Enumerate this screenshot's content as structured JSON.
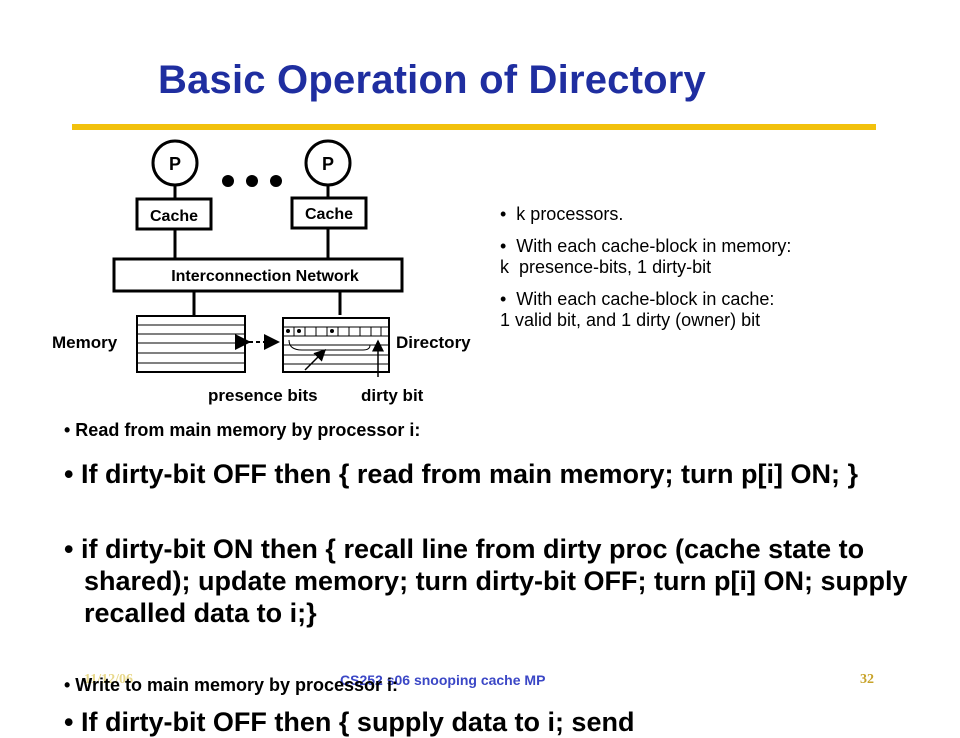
{
  "title": "Basic Operation of Directory",
  "accent_color": "#f2c10d",
  "title_color": "#1f2ea0",
  "diagram": {
    "processor_label": "P",
    "cache_label": "Cache",
    "network_label": "Interconnection Network",
    "memory_label": "Memory",
    "directory_label": "Directory",
    "presence_bits_label": "presence bits",
    "dirty_bit_label": "dirty bit"
  },
  "notes": [
    "•  k processors.",
    "•  With each cache-block in memory:\nk  presence-bits, 1 dirty-bit",
    "•  With each cache-block in cache:\n1 valid bit, and 1 dirty (owner) bit"
  ],
  "read_heading": "• Read from main memory by processor i:",
  "rules": [
    "• If dirty-bit OFF then { read from main memory; turn p[i] ON; }",
    "• if dirty-bit ON    then { recall line from dirty proc (cache state to shared); update memory; turn dirty-bit OFF; turn p[i] ON; supply recalled data to i;}"
  ],
  "write_heading": "• Write to main memory by processor i:",
  "cutoff_line": "• If dirty-bit OFF then { supply data to i; send",
  "footer": {
    "date": "11/12/06",
    "center": "CS252 s06 snooping cache MP",
    "page": "32"
  }
}
